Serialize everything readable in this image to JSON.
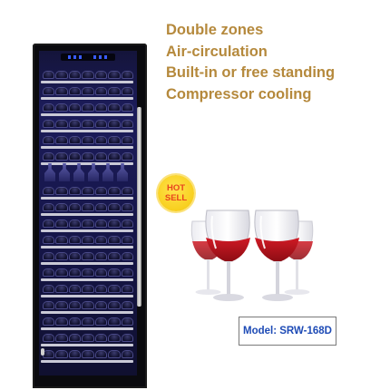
{
  "features": [
    "Double zones",
    "Air-circulation",
    "Built-in or free standing",
    "Compressor cooling"
  ],
  "badge": {
    "line1": "HOT",
    "line2": "SELL"
  },
  "model": {
    "label": "Model: SRW-168D"
  },
  "colors": {
    "feature_text": "#b5893c",
    "badge_bg": "#f8cf1e",
    "badge_text": "#e8431c",
    "model_text": "#1e4bb6",
    "cooler_body": "#0a0a0e",
    "cooler_light": "#1c1c5a",
    "wine": "#b3121c"
  },
  "icons": {
    "product": "wine-cooler-image",
    "glasses": "wine-glasses-icon",
    "badge": "hot-sell-badge"
  }
}
